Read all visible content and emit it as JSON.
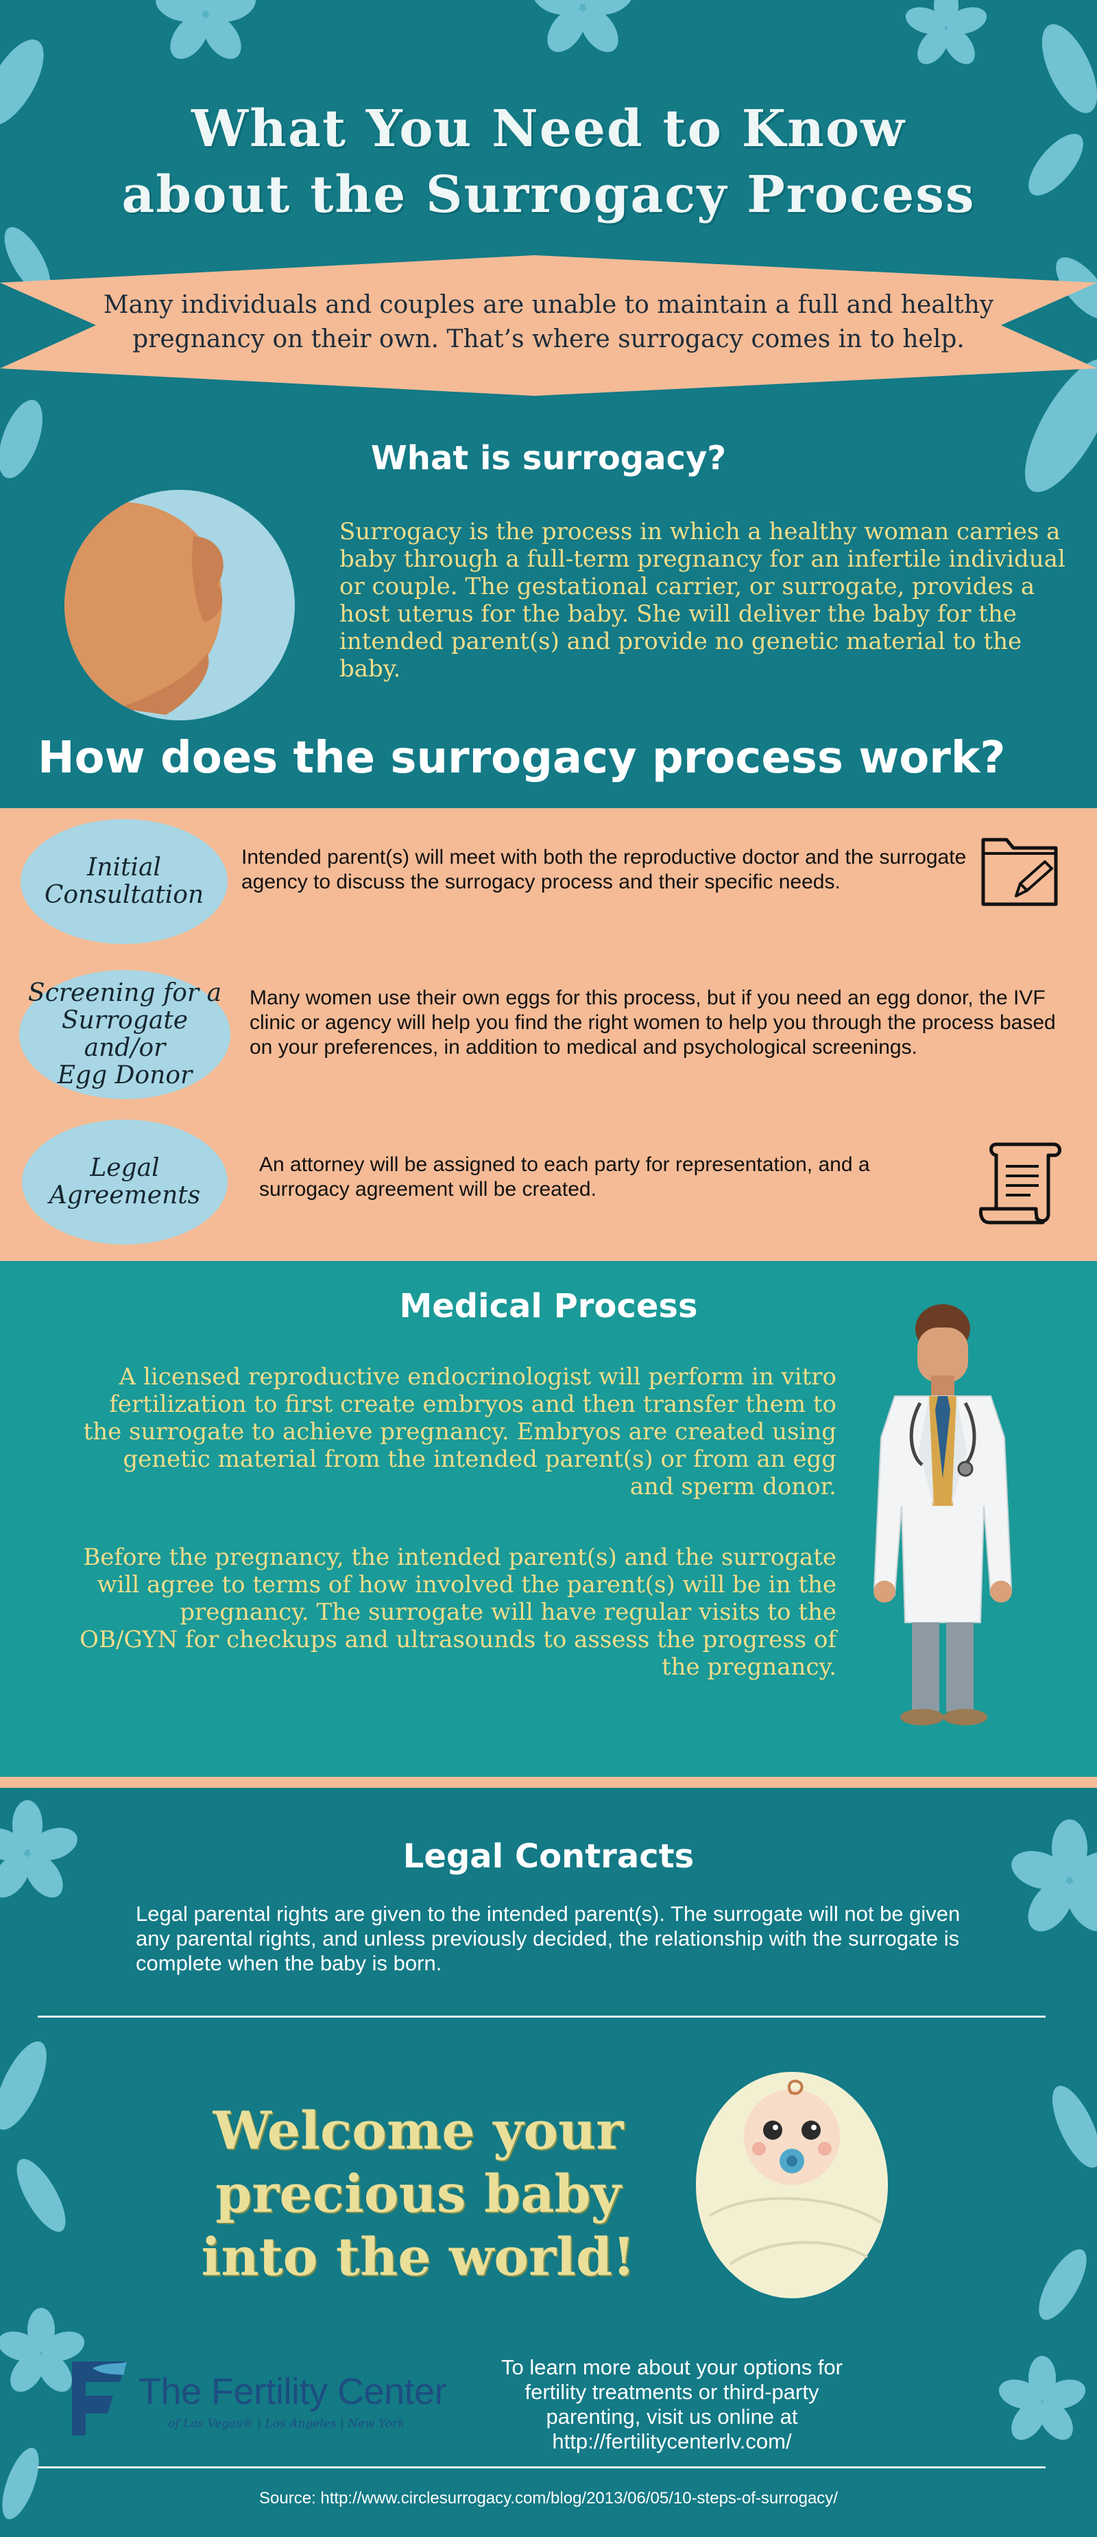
{
  "title": {
    "line1": "What You Need to Know",
    "line2": "about the Surrogacy Process"
  },
  "intro": {
    "line1": "Many individuals and couples are unable to maintain a full and healthy",
    "line2": "pregnancy on their own. That’s where surrogacy comes in to help."
  },
  "what_is": {
    "heading": "What is surrogacy?",
    "body": "Surrogacy is the process in which a healthy woman carries a baby through a full-term pregnancy for an infertile individual or couple. The gestational carrier, or surrogate, provides a host uterus for the baby. She will deliver the baby for the intended parent(s) and provide no genetic material to the baby."
  },
  "process": {
    "heading": "How does the surrogacy process work?",
    "steps": [
      {
        "label_line1": "Initial",
        "label_line2": "Consultation",
        "text": "Intended parent(s) will meet with both the reproductive doctor and the surrogate agency to discuss the surrogacy process and their specific needs.",
        "icon": "folder-pencil-icon"
      },
      {
        "label_line1": "Screening for a",
        "label_line2": "Surrogate and/or",
        "label_line3": "Egg Donor",
        "text": "Many women use their own eggs for this process, but if you need an egg donor, the IVF clinic or agency will help you find the right women to help you through the process based on your preferences, in addition to medical and psychological screenings."
      },
      {
        "label_line1": "Legal",
        "label_line2": "Agreements",
        "text": "An attorney will be assigned to each party for representation, and a surrogacy agreement will be created.",
        "icon": "scroll-document-icon"
      }
    ]
  },
  "medical": {
    "heading": "Medical Process",
    "para1": "A licensed reproductive endocrinologist will perform in vitro fertilization to first create embryos and then transfer them to the surrogate to achieve pregnancy. Embryos are created using genetic material from the intended parent(s) or from an egg and sperm donor.",
    "para2": "Before the pregnancy, the intended parent(s) and the surrogate will agree to terms of how involved the parent(s) will be in the pregnancy. The surrogate will have regular visits to the OB/GYN for checkups and ultrasounds to assess the progress of the pregnancy."
  },
  "legal": {
    "heading": "Legal Contracts",
    "body": "Legal parental rights are given to the intended parent(s). The surrogate will not be given any parental rights, and unless previously decided, the relationship with the surrogate is complete when the baby is born."
  },
  "welcome": {
    "line1": "Welcome your",
    "line2": "precious baby",
    "line3": "into the world!"
  },
  "logo": {
    "name": "The Fertility Center",
    "sub": "of Las Vegas®  |  Los Angeles  |  New York"
  },
  "learn_more": "To learn more about your options for fertility treatments or third-party parenting, visit us online at http://fertilitycenterlv.com/",
  "source": "Source: http://www.circlesurrogacy.com/blog/2013/06/05/10-steps-of-surrogacy/",
  "colors": {
    "teal_dark": "#137a86",
    "teal_mid": "#1a9a98",
    "peach": "#f4bb96",
    "light_blue": "#a8d6e4",
    "gold_text": "#f2dd8a"
  }
}
